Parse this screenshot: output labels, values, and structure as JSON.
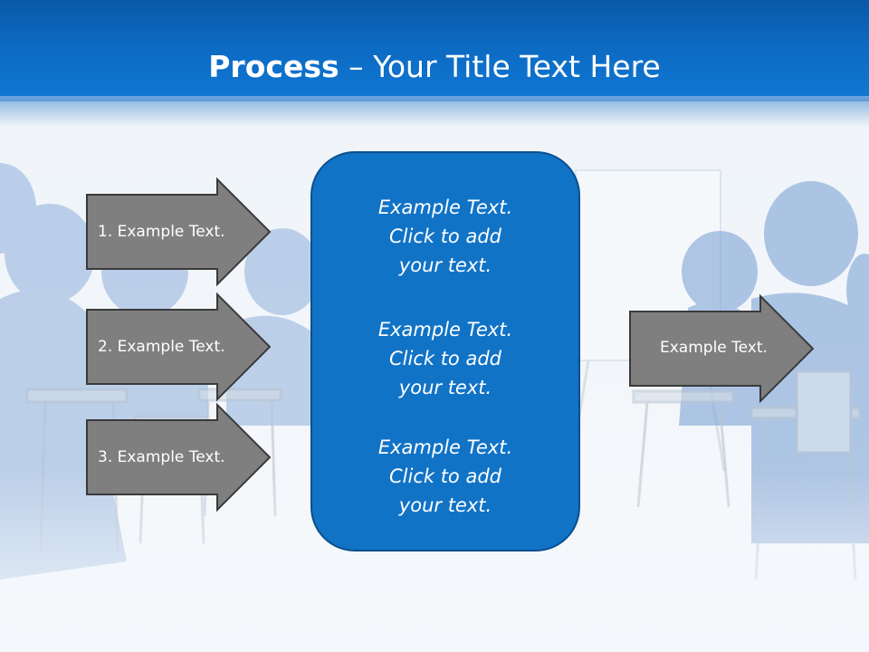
{
  "slide": {
    "title_bold": "Process",
    "title_rest": " – Your Title Text Here"
  },
  "left_arrows": [
    {
      "label": "1. Example Text."
    },
    {
      "label": "2. Example Text."
    },
    {
      "label": "3. Example Text."
    }
  ],
  "center_box": {
    "blocks": [
      {
        "line1": "Example Text.",
        "line2": "Click  to add",
        "line3": "your text."
      },
      {
        "line1": "Example Text.",
        "line2": "Click  to add",
        "line3": "your text."
      },
      {
        "line1": "Example Text.",
        "line2": "Click  to add",
        "line3": "your text."
      }
    ]
  },
  "right_arrow": {
    "label": "Example Text."
  },
  "colors": {
    "header_blue": "#0c6ac2",
    "center_box_fill": "#1173c6",
    "center_box_border": "#0b4f8c",
    "arrow_fill": "#7f7f7f",
    "arrow_border": "#3a3a3a",
    "figure_blue": "#5b8fd0"
  }
}
